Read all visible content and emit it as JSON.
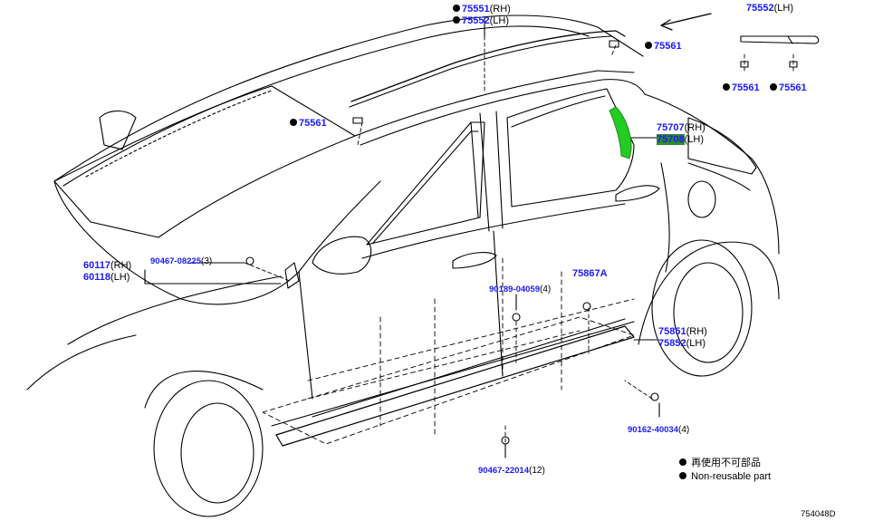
{
  "labels": {
    "p75551": {
      "num": "75551",
      "side": "(RH)"
    },
    "p75552": {
      "num": "75552",
      "side": "(LH)"
    },
    "p75552_top": {
      "num": "75552",
      "side": "(LH)"
    },
    "p75561_a": {
      "num": "75561"
    },
    "p75561_b": {
      "num": "75561"
    },
    "p75561_c": {
      "num": "75561"
    },
    "p75561_d": {
      "num": "75561"
    },
    "p75707": {
      "num": "75707",
      "side": "(RH)"
    },
    "p75708": {
      "num": "75708",
      "side": "(LH)"
    },
    "p60117": {
      "num": "60117",
      "side": "(RH)"
    },
    "p60118": {
      "num": "60118",
      "side": "(LH)"
    },
    "p90467_08225": {
      "num": "90467-08225",
      "qty": "(3)"
    },
    "p90189": {
      "num": "90189-04059",
      "qty": "(4)"
    },
    "p75867A": {
      "num": "75867A"
    },
    "p75851": {
      "num": "75851",
      "side": "(RH)"
    },
    "p75852": {
      "num": "75852",
      "side": "(LH)"
    },
    "p90162": {
      "num": "90162-40034",
      "qty": "(4)"
    },
    "p90467_22014": {
      "num": "90467-22014",
      "qty": "(12)"
    }
  },
  "legend": {
    "line1": "再使用不可部品",
    "line2": "Non-reusable part"
  },
  "figure_code": "754048D",
  "colors": {
    "part_number": "#1a1aff",
    "highlight_fill": "#22cc22",
    "highlight_label": "#2e8b2e"
  }
}
